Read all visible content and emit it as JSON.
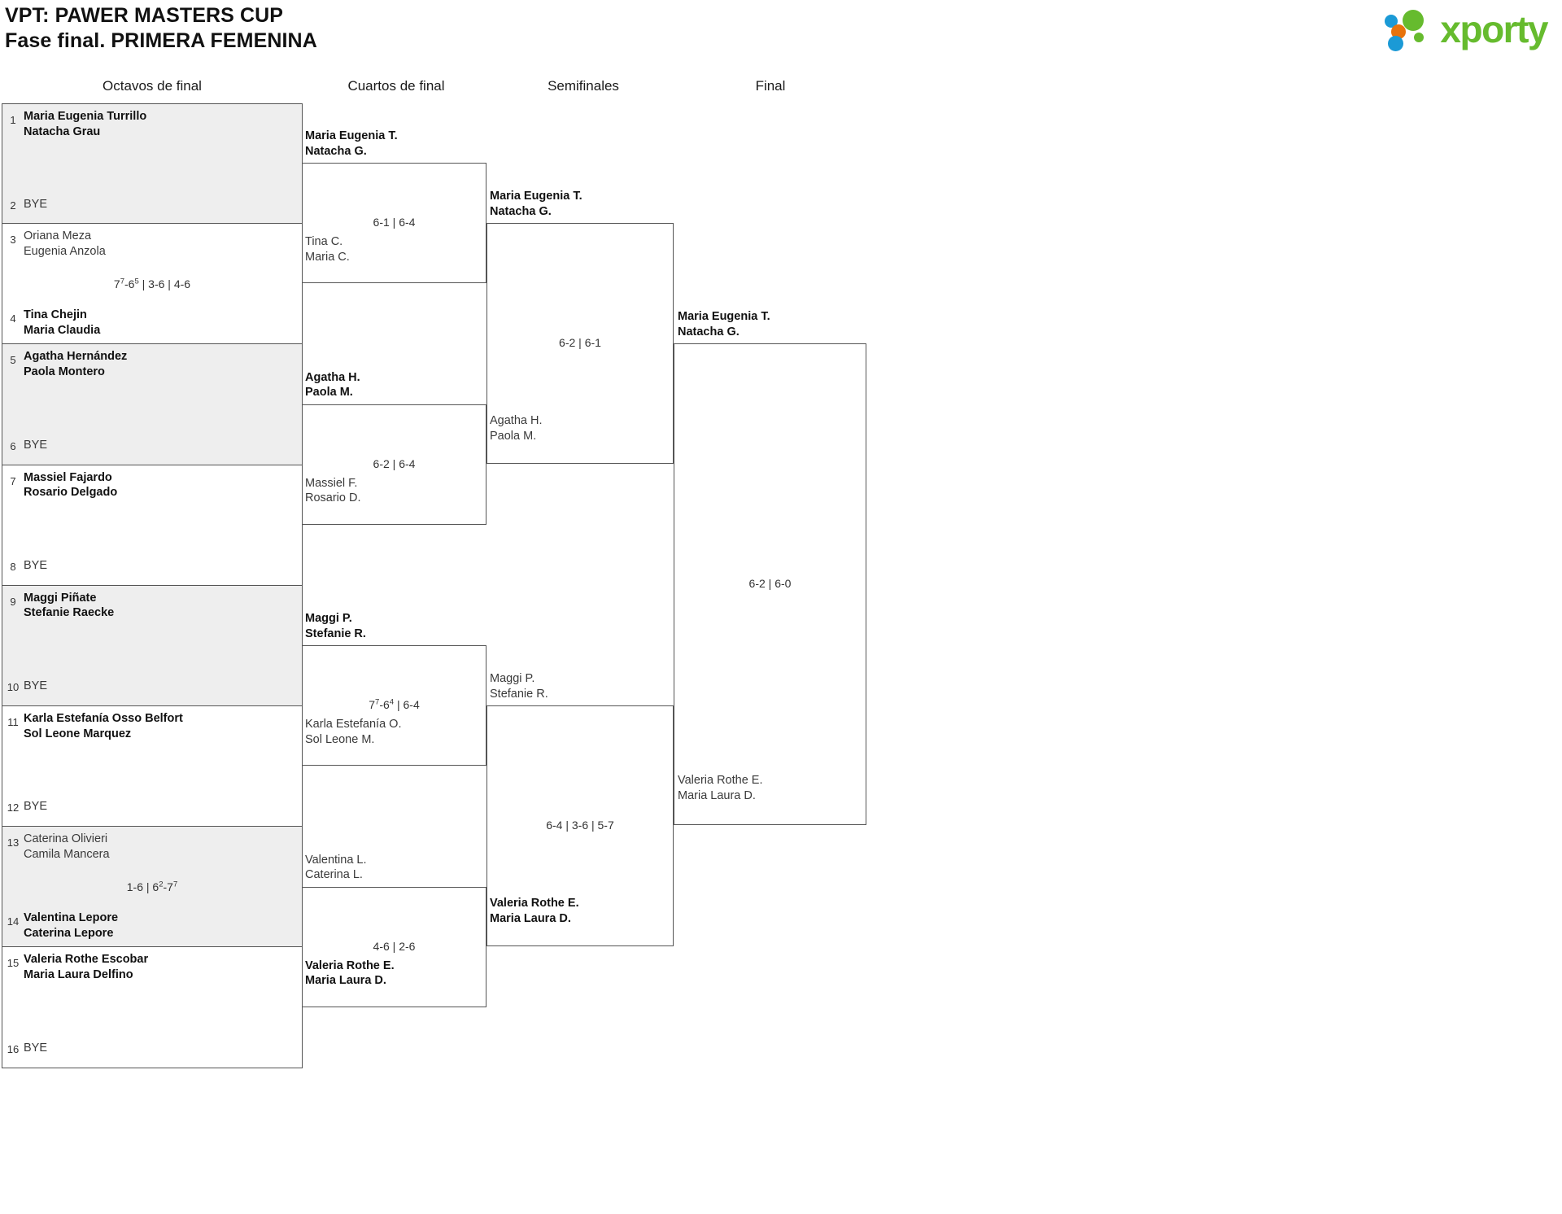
{
  "header": {
    "title_line1": "VPT: PAWER MASTERS CUP",
    "title_line2": "Fase final. PRIMERA FEMENINA",
    "logo_word": "xporty",
    "logo_colors": {
      "blue": "#1b9ad6",
      "green": "#66bb2e",
      "orange": "#e8730c"
    }
  },
  "rounds": [
    {
      "label": "Octavos de final"
    },
    {
      "label": "Cuartos de final"
    },
    {
      "label": "Semifinales"
    },
    {
      "label": "Final"
    }
  ],
  "round1": {
    "matches": [
      {
        "shaded": true,
        "score": "",
        "top": {
          "seed": "1",
          "line1": "Maria Eugenia Turrillo",
          "line2": "Natacha Grau",
          "winner": true
        },
        "bottom": {
          "seed": "2",
          "bye": "BYE",
          "winner": false
        }
      },
      {
        "shaded": false,
        "score_html": "7<sup>7</sup>-6<sup>5</sup> | 3-6 | 4-6",
        "score_text": "7(7)-6(5) | 3-6 | 4-6",
        "top": {
          "seed": "3",
          "line1": "Oriana Meza",
          "line2": "Eugenia Anzola",
          "winner": false
        },
        "bottom": {
          "seed": "4",
          "line1": "Tina Chejin",
          "line2": "Maria Claudia",
          "winner": true
        }
      },
      {
        "shaded": true,
        "score": "",
        "top": {
          "seed": "5",
          "line1": "Agatha Hernández",
          "line2": "Paola Montero",
          "winner": true
        },
        "bottom": {
          "seed": "6",
          "bye": "BYE",
          "winner": false
        }
      },
      {
        "shaded": false,
        "score": "",
        "top": {
          "seed": "7",
          "line1": "Massiel Fajardo",
          "line2": "Rosario Delgado",
          "winner": true
        },
        "bottom": {
          "seed": "8",
          "bye": "BYE",
          "winner": false
        }
      },
      {
        "shaded": true,
        "score": "",
        "top": {
          "seed": "9",
          "line1": "Maggi Piñate",
          "line2": "Stefanie Raecke",
          "winner": true
        },
        "bottom": {
          "seed": "10",
          "bye": "BYE",
          "winner": false
        }
      },
      {
        "shaded": false,
        "score": "",
        "top": {
          "seed": "11",
          "line1": "Karla Estefanía Osso Belfort",
          "line2": "Sol Leone Marquez",
          "winner": true
        },
        "bottom": {
          "seed": "12",
          "bye": "BYE",
          "winner": false
        }
      },
      {
        "shaded": true,
        "score_html": "1-6 | 6<sup>2</sup>-7<sup>7</sup>",
        "score_text": "1-6 | 6(2)-7(7)",
        "top": {
          "seed": "13",
          "line1": "Caterina Olivieri",
          "line2": "Camila Mancera",
          "winner": false
        },
        "bottom": {
          "seed": "14",
          "line1": "Valentina Lepore",
          "line2": "Caterina Lepore",
          "winner": true
        }
      },
      {
        "shaded": false,
        "score": "",
        "top": {
          "seed": "15",
          "line1": "Valeria Rothe Escobar",
          "line2": "Maria Laura Delfino",
          "winner": true
        },
        "bottom": {
          "seed": "16",
          "bye": "BYE",
          "winner": false
        }
      }
    ]
  },
  "round2": {
    "matches": [
      {
        "top": {
          "line1": "Maria Eugenia T.",
          "line2": "Natacha G.",
          "winner": true
        },
        "bottom": {
          "line1": "Tina C.",
          "line2": "Maria C.",
          "winner": false
        },
        "score_html": "6-1 | 6-4",
        "score_text": "6-1 | 6-4"
      },
      {
        "top": {
          "line1": "Agatha H.",
          "line2": "Paola M.",
          "winner": true
        },
        "bottom": {
          "line1": "Massiel F.",
          "line2": "Rosario D.",
          "winner": false
        },
        "score_html": "6-2 | 6-4",
        "score_text": "6-2 | 6-4"
      },
      {
        "top": {
          "line1": "Maggi P.",
          "line2": "Stefanie R.",
          "winner": true
        },
        "bottom": {
          "line1": "Karla Estefanía O.",
          "line2": "Sol Leone M.",
          "winner": false
        },
        "score_html": "7<sup>7</sup>-6<sup>4</sup> | 6-4",
        "score_text": "7(7)-6(4) | 6-4"
      },
      {
        "top": {
          "line1": "Valentina L.",
          "line2": "Caterina L.",
          "winner": false
        },
        "bottom": {
          "line1": "Valeria Rothe E.",
          "line2": "Maria Laura D.",
          "winner": true
        },
        "score_html": "4-6 | 2-6",
        "score_text": "4-6 | 2-6"
      }
    ]
  },
  "round3": {
    "matches": [
      {
        "top": {
          "line1": "Maria Eugenia T.",
          "line2": "Natacha G.",
          "winner": true
        },
        "bottom": {
          "line1": "Agatha H.",
          "line2": "Paola M.",
          "winner": false
        },
        "score_html": "6-2 | 6-1",
        "score_text": "6-2 | 6-1"
      },
      {
        "top": {
          "line1": "Maggi P.",
          "line2": "Stefanie R.",
          "winner": false
        },
        "bottom": {
          "line1": "Valeria Rothe E.",
          "line2": "Maria Laura D.",
          "winner": true
        },
        "score_html": "6-4 | 3-6 | 5-7",
        "score_text": "6-4 | 3-6 | 5-7"
      }
    ]
  },
  "round4": {
    "matches": [
      {
        "top": {
          "line1": "Maria Eugenia T.",
          "line2": "Natacha G.",
          "winner": true
        },
        "bottom": {
          "line1": "Valeria Rothe E.",
          "line2": "Maria Laura D.",
          "winner": false
        },
        "score_html": "6-2 | 6-0",
        "score_text": "6-2 | 6-0"
      }
    ]
  }
}
